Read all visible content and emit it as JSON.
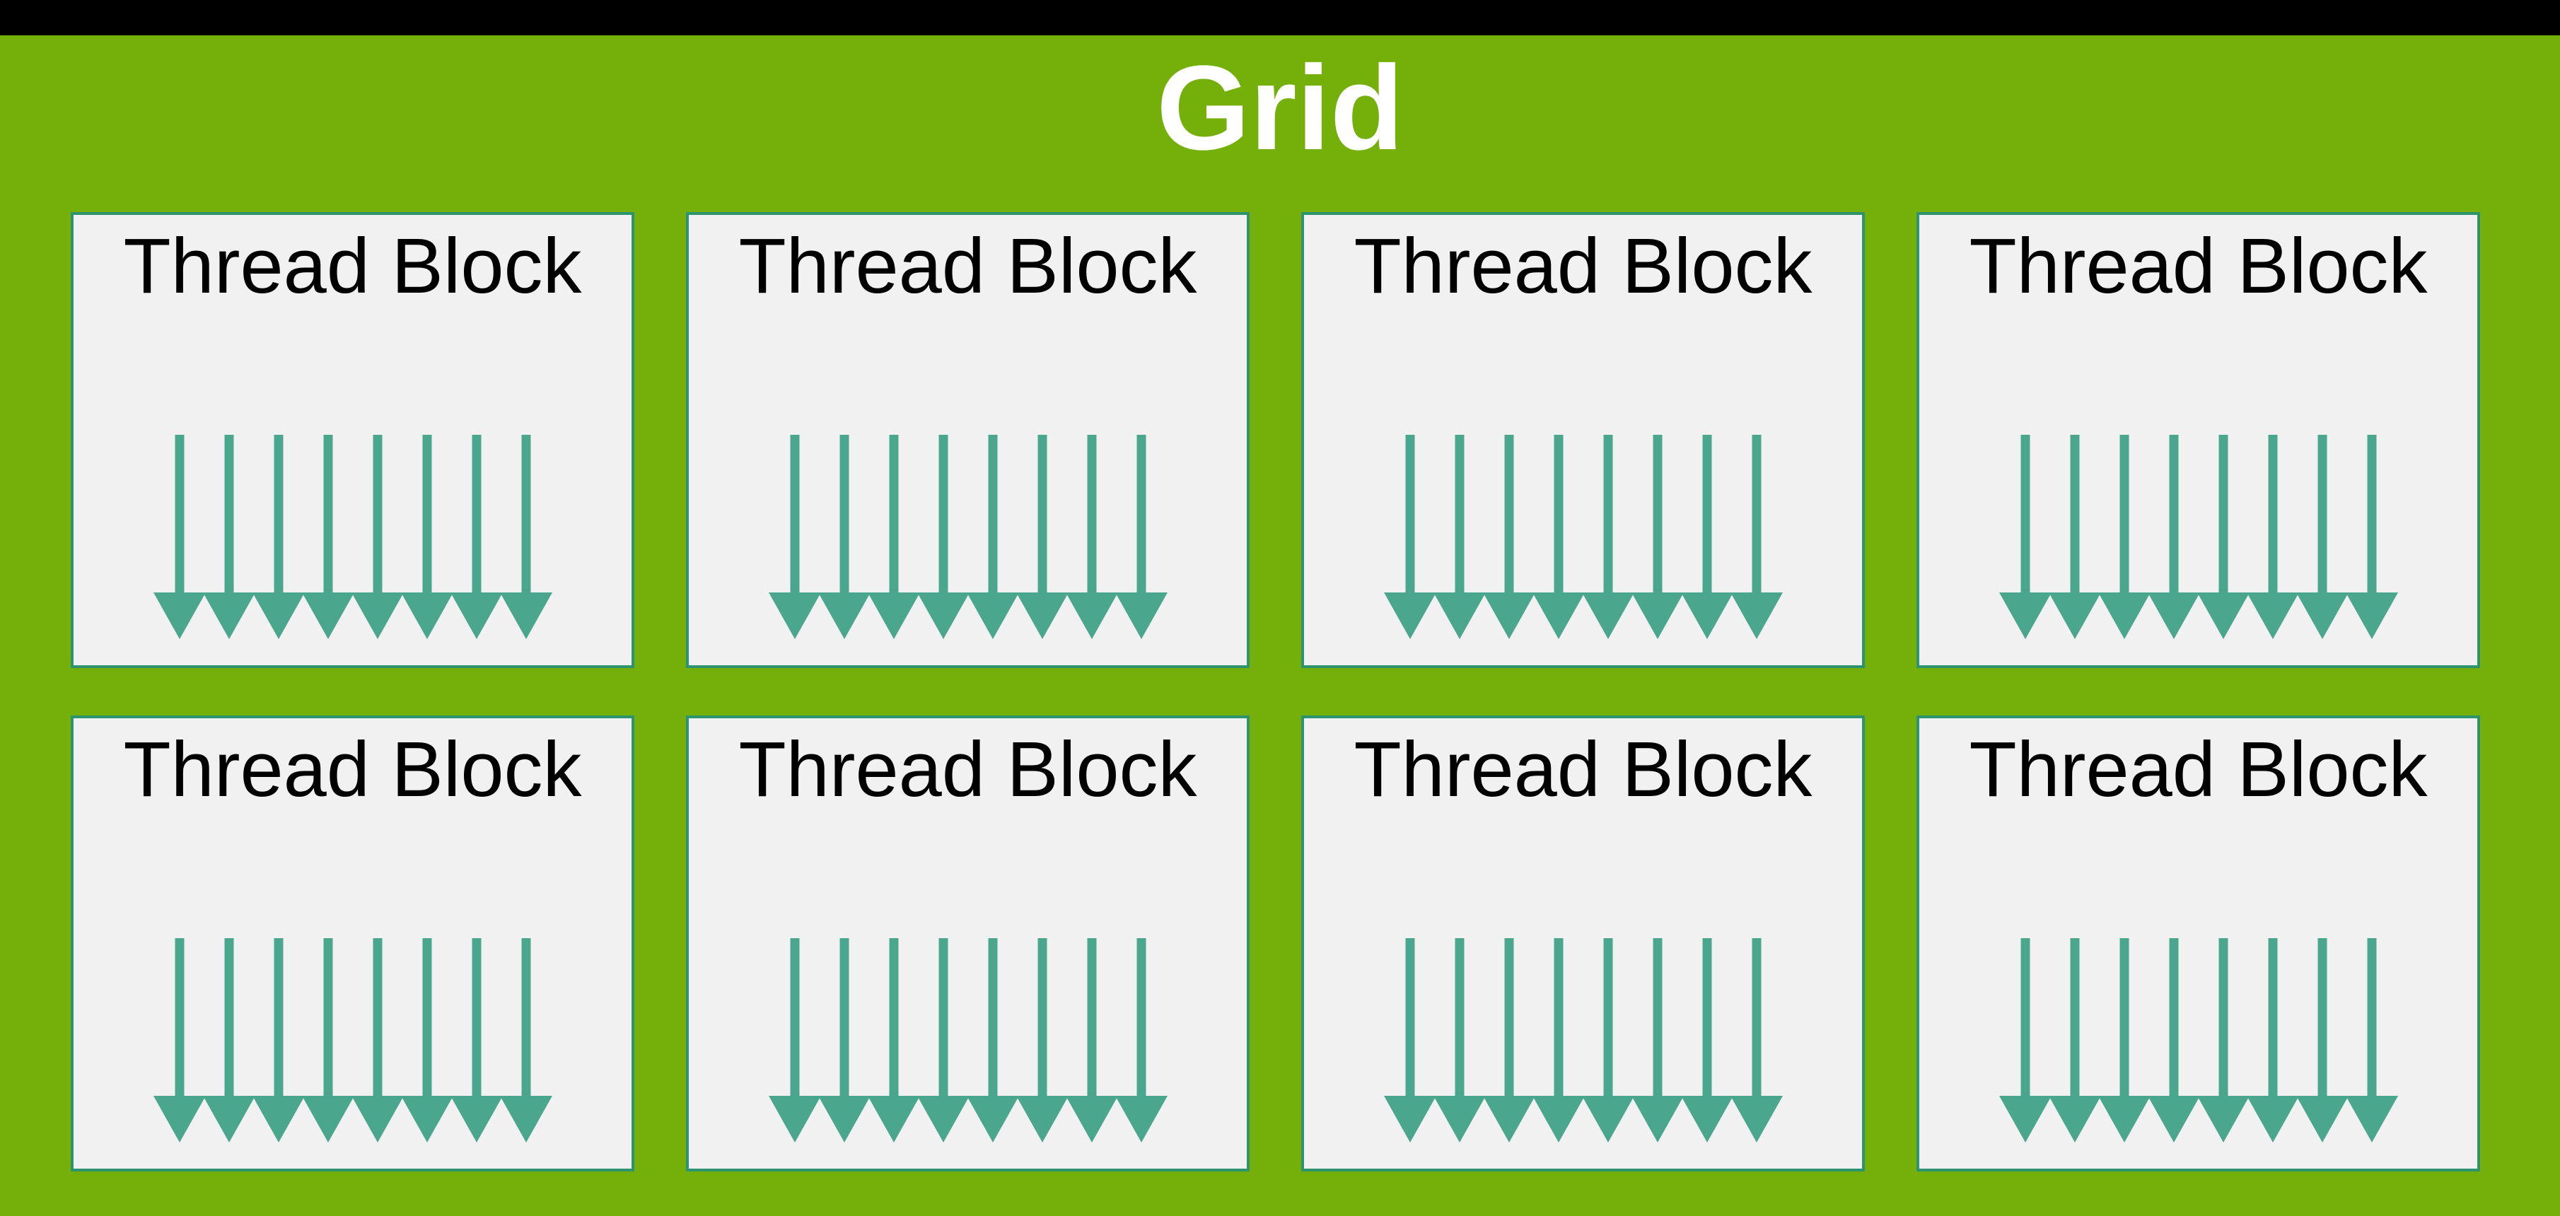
{
  "title": "Grid",
  "blocks": {
    "label": "Thread Block",
    "rows": 2,
    "cols": 4,
    "count": 8,
    "arrows_per_block": 8
  },
  "colors": {
    "top_bar": "#000000",
    "background_green": "#75b00a",
    "block_fill": "#f1f1f1",
    "block_border": "#2e9470",
    "arrow": "#4aa78e",
    "title_text": "#ffffff",
    "label_text": "#000000"
  }
}
